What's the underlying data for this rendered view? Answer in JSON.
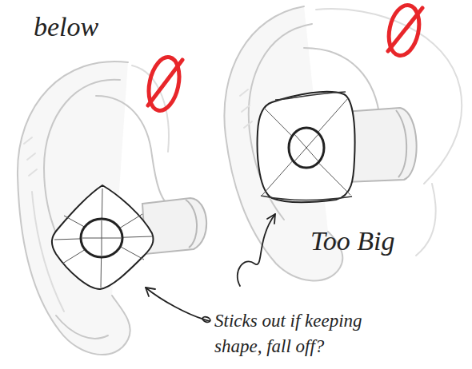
{
  "diagram": {
    "labels": [
      "below",
      "Too Big",
      "Sticks out if keeping shape, fall off?"
    ]
  }
}
